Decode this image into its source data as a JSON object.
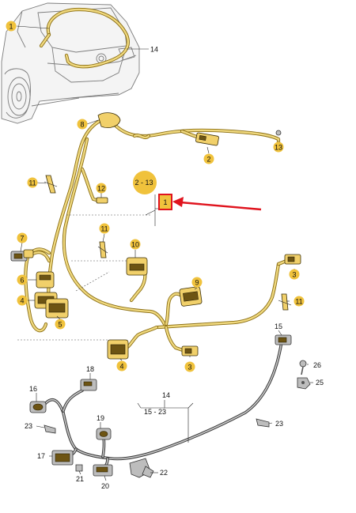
{
  "labels": {
    "n1": "1",
    "n2": "2",
    "n3a": "3",
    "n3b": "3",
    "n4a": "4",
    "n4b": "4",
    "n5": "5",
    "n6": "6",
    "n7": "7",
    "n8": "8",
    "n9": "9",
    "n10": "10",
    "n11a": "11",
    "n11b": "11",
    "n11c": "11",
    "n12": "12",
    "n13": "13",
    "n14a": "14",
    "n14b": "14",
    "n15": "15",
    "n15_23": "15 - 23",
    "n16": "16",
    "n17": "17",
    "n18": "18",
    "n19": "19",
    "n20": "20",
    "n21": "21",
    "n22": "22",
    "n23a": "23",
    "n23b": "23",
    "n25": "25",
    "n26": "26",
    "n2_13": "2 - 13",
    "n1_box": "1"
  },
  "colors": {
    "badge": "#f0c23c",
    "harness": "#efd87e",
    "highlight": "#e0141e",
    "cable": "#3a3a3a"
  }
}
